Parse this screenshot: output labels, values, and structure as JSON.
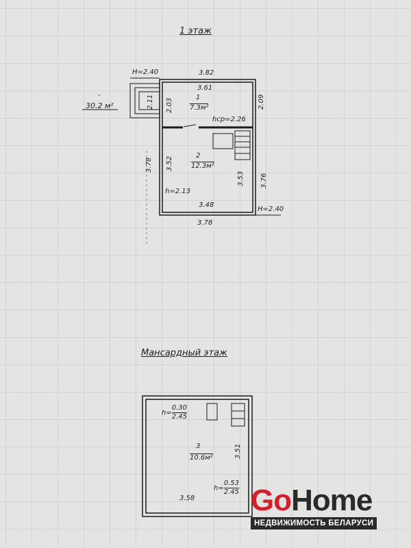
{
  "floor1": {
    "title": "1 этаж",
    "total_area": "30.2 м²",
    "total_num": "-",
    "h_top": "H=2.40",
    "h_bottom": "H=2.40",
    "dim_top_outer": "3.82",
    "dim_top_inner": "3.61",
    "dim_right_upper": "2.09",
    "dim_porch": "2.11",
    "dim_room1_height": "2.03",
    "room1_num": "1",
    "room1_area": "7.3м²",
    "hcp": "hср=2.26",
    "room2_num": "2",
    "room2_area": "12.3м²",
    "dim_left_outer": "3.78",
    "dim_left_inner": "3.52",
    "dim_right_inner": "3.53",
    "dim_right_outer": "3.76",
    "h_room2": "h=2.13",
    "dim_bottom_inner": "3.48",
    "dim_bottom_outer": "3.78"
  },
  "attic": {
    "title": "Мансардный этаж",
    "h1_label": "h=",
    "h1_top": "0.30",
    "h1_bottom": "2.45",
    "room3_num": "3",
    "room3_area": "10.6м²",
    "dim_right": "3.51",
    "dim_bottom": "3.58",
    "h2_label": "h=",
    "h2_top": "0.53",
    "h2_bottom": "2.45"
  },
  "watermark": {
    "go": "Go",
    "home": "Home",
    "tagline": "НЕДВИЖИМОСТЬ БЕЛАРУСИ",
    "go_color": "#d4202a"
  }
}
